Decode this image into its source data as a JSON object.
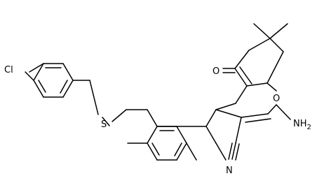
{
  "structure": {
    "atoms": {
      "chlorine": "Cl",
      "sulfur": "S",
      "ring_oxygen": "O",
      "ketone_oxygen": "O",
      "nitrile_nitrogen": "N",
      "amine_main": "NH",
      "amine_subscript": "2"
    }
  }
}
